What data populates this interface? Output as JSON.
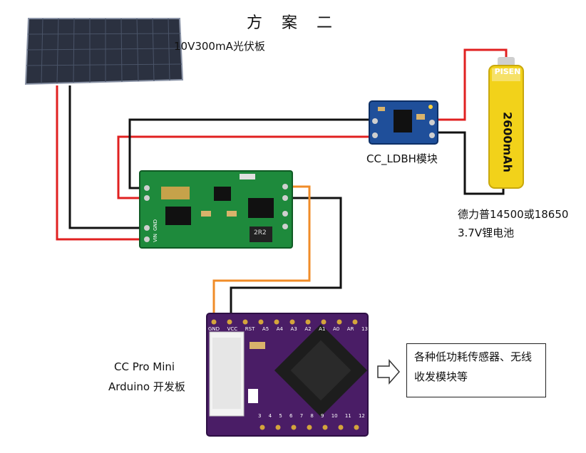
{
  "title": "方 案 二",
  "labels": {
    "solar_panel": "10V300mA光伏板",
    "charger_module": "CC_LDBH模块",
    "battery_line1": "德力普14500或18650",
    "battery_line2": "3.7V锂电池",
    "board_line1": "CC Pro Mini",
    "board_line2": "Arduino 开发板",
    "sensor_box": "各种低功耗传感器、无线收发模块等"
  },
  "battery_print": {
    "brand": "PISEN",
    "capacity": "2600mAh"
  },
  "pcb_silkscreen": {
    "converter_pins_left": [
      "GND",
      "VIN"
    ],
    "converter_chip": "2R2",
    "promini_top": [
      "GND",
      "VCC",
      "RST",
      "A5",
      "A4",
      "A3",
      "A2",
      "A1",
      "A0",
      "AR",
      "13"
    ],
    "promini_bottom": [
      "3",
      "4",
      "5",
      "6",
      "7",
      "8",
      "9",
      "10",
      "11",
      "12"
    ]
  },
  "colors": {
    "wire_red": "#e02020",
    "wire_black": "#111111",
    "wire_orange": "#f08c28",
    "pcb_green": "#1e8a3c",
    "pcb_blue": "#1f4f9a",
    "pcb_purple": "#4a1d66",
    "panel_dark": "#2b3140",
    "battery_yellow": "#f2d21a"
  },
  "icons": {
    "arrow": "hollow-right-arrow-icon"
  }
}
